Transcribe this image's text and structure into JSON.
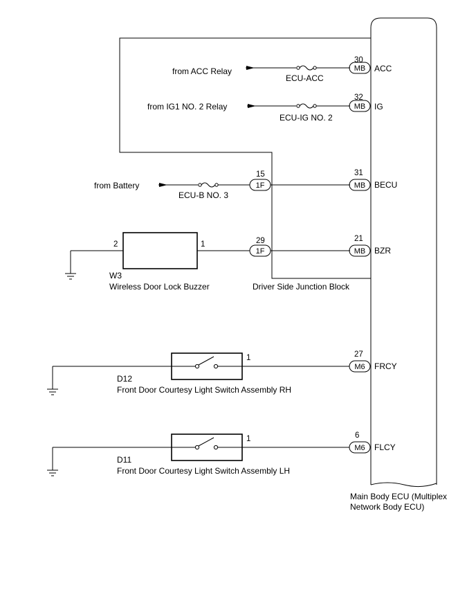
{
  "ecu": {
    "label_line1": "Main Body ECU (Multiplex",
    "label_line2": "Network Body ECU)"
  },
  "junction_block": {
    "label": "Driver Side Junction Block"
  },
  "sources": {
    "acc": "from ACC Relay",
    "ig": "from IG1 NO. 2 Relay",
    "battery": "from Battery"
  },
  "fuses": {
    "acc": "ECU-ACC",
    "ig": "ECU-IG NO. 2",
    "b": "ECU-B NO. 3"
  },
  "ecu_terminals": [
    {
      "pin": "30",
      "conn": "MB",
      "name": "ACC"
    },
    {
      "pin": "32",
      "conn": "MB",
      "name": "IG"
    },
    {
      "pin": "31",
      "conn": "MB",
      "name": "BECU"
    },
    {
      "pin": "21",
      "conn": "MB",
      "name": "BZR"
    },
    {
      "pin": "27",
      "conn": "M6",
      "name": "FRCY"
    },
    {
      "pin": "6",
      "conn": "M6",
      "name": "FLCY"
    }
  ],
  "jb_terminals": [
    {
      "pin": "15",
      "conn": "1F"
    },
    {
      "pin": "29",
      "conn": "1F"
    }
  ],
  "buzzer": {
    "code": "W3",
    "name": "Wireless Door Lock Buzzer",
    "pin_left": "2",
    "pin_right": "1"
  },
  "switch_rh": {
    "code": "D12",
    "name": "Front Door Courtesy Light Switch Assembly RH",
    "pin": "1"
  },
  "switch_lh": {
    "code": "D11",
    "name": "Front Door Courtesy Light Switch Assembly LH",
    "pin": "1"
  }
}
